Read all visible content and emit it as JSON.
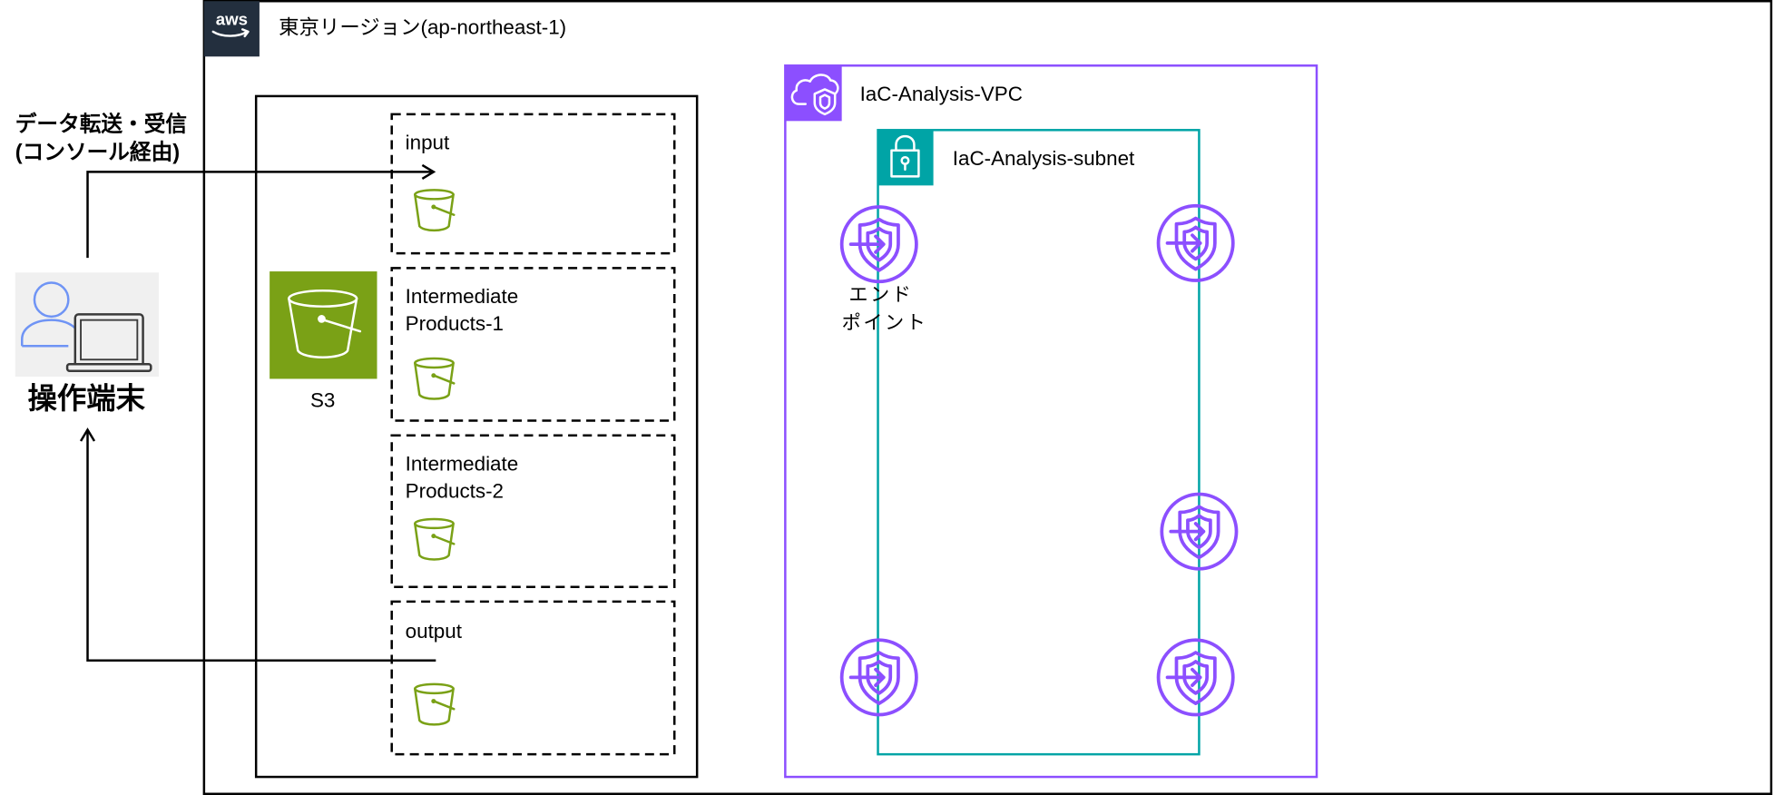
{
  "region": {
    "logo_text": "aws",
    "label": "東京リージョン(ap-northeast-1)",
    "icon": "aws-logo-icon"
  },
  "client": {
    "label": "操作端末",
    "flow_label": [
      "データ転送・受信",
      "(コンソール経由)"
    ],
    "icon": "user-laptop-icon"
  },
  "s3": {
    "label": "S3",
    "icon": "s3-bucket-icon",
    "buckets": [
      {
        "name": [
          "input"
        ],
        "icon": "bucket-icon"
      },
      {
        "name": [
          "Intermediate",
          "Products-1"
        ],
        "icon": "bucket-icon"
      },
      {
        "name": [
          "Intermediate",
          "Products-2"
        ],
        "icon": "bucket-icon"
      },
      {
        "name": [
          "output"
        ],
        "icon": "bucket-icon"
      }
    ]
  },
  "vpc": {
    "label": "IaC-Analysis-VPC",
    "icon": "vpc-cloud-shield-icon"
  },
  "subnet": {
    "label": "IaC-Analysis-subnet",
    "icon": "lock-icon"
  },
  "endpoints": {
    "label": [
      "エンド",
      "ポイント"
    ],
    "icon": "vpc-endpoint-icon"
  },
  "colors": {
    "vpc": "#8c4fff",
    "subnet": "#00a4a6",
    "s3": "#7aa116",
    "aws_logo_bg": "#232f3e",
    "person": "#6f94f5",
    "device": "#3a3a3a"
  }
}
